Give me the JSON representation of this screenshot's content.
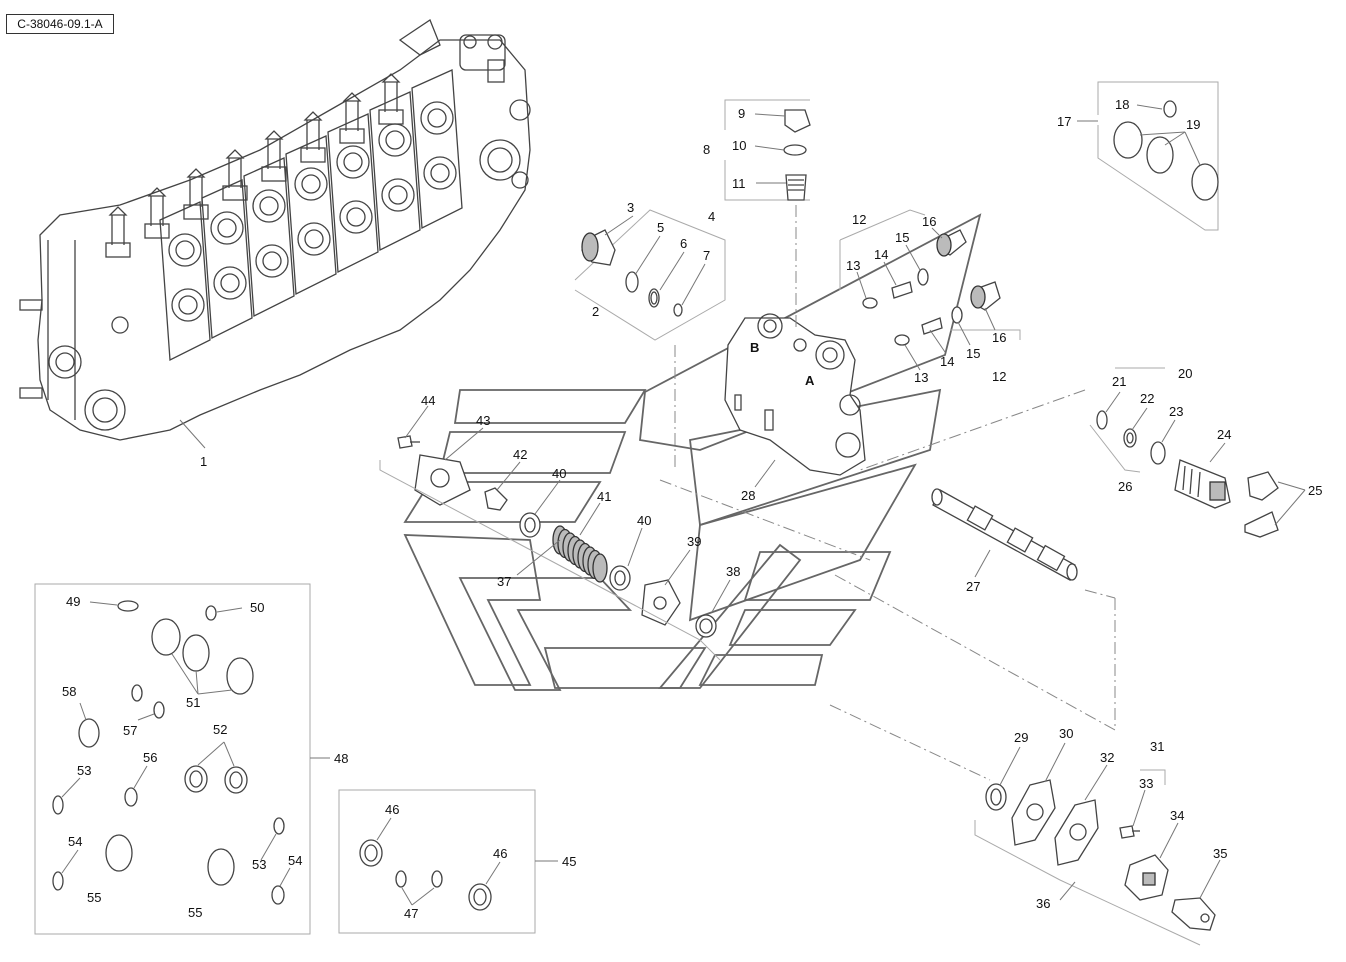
{
  "reference_code": "C-38046-09.1-A",
  "callouts": {
    "c1": "1",
    "c2": "2",
    "c3": "3",
    "c4": "4",
    "c5": "5",
    "c6": "6",
    "c7": "7",
    "c8": "8",
    "c9": "9",
    "c10": "10",
    "c11": "11",
    "c12a": "12",
    "c12b": "12",
    "c13a": "13",
    "c13b": "13",
    "c14a": "14",
    "c14b": "14",
    "c15a": "15",
    "c15b": "15",
    "c16a": "16",
    "c16b": "16",
    "c17": "17",
    "c18": "18",
    "c19": "19",
    "c20": "20",
    "c21": "21",
    "c22": "22",
    "c23": "23",
    "c24": "24",
    "c25": "25",
    "c26": "26",
    "c27": "27",
    "c28": "28",
    "c29": "29",
    "c30": "30",
    "c31": "31",
    "c32": "32",
    "c33": "33",
    "c34": "34",
    "c35": "35",
    "c36": "36",
    "c37": "37",
    "c38": "38",
    "c39": "39",
    "c40a": "40",
    "c40b": "40",
    "c41": "41",
    "c42": "42",
    "c43": "43",
    "c44": "44",
    "c45": "45",
    "c46a": "46",
    "c46b": "46",
    "c47": "47",
    "c48": "48",
    "c49": "49",
    "c50": "50",
    "c51": "51",
    "c52": "52",
    "c53a": "53",
    "c53b": "53",
    "c54a": "54",
    "c54b": "54",
    "c55a": "55",
    "c55b": "55",
    "c56": "56",
    "c57": "57",
    "c58": "58"
  },
  "port_markings": {
    "port_b": "B",
    "port_a": "A"
  }
}
